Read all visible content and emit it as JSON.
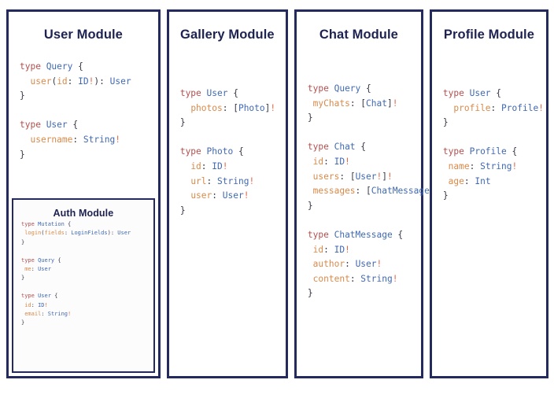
{
  "page": {
    "background": "#ffffff",
    "border_color": "#252a5e",
    "title_color": "#1d2251"
  },
  "syntax_colors": {
    "keyword": "#b3504f",
    "type_name": "#4169b2",
    "field_name": "#d98a4a",
    "punctuation": "#3a3a48",
    "non_null_bang": "#e06a4e"
  },
  "columns": [
    {
      "id": "user",
      "title": "User Module",
      "blocks": [
        {
          "lines": [
            [
              {
                "t": "type ",
                "c": "kw"
              },
              {
                "t": "Query",
                "c": "type"
              },
              {
                "t": " {",
                "c": "punct"
              }
            ],
            [
              {
                "t": "  ",
                "c": "punct"
              },
              {
                "t": "user",
                "c": "field"
              },
              {
                "t": "(",
                "c": "punct"
              },
              {
                "t": "id",
                "c": "field"
              },
              {
                "t": ": ",
                "c": "punct"
              },
              {
                "t": "ID",
                "c": "type"
              },
              {
                "t": "!",
                "c": "bang"
              },
              {
                "t": "): ",
                "c": "punct"
              },
              {
                "t": "User",
                "c": "type"
              }
            ],
            [
              {
                "t": "}",
                "c": "punct"
              }
            ]
          ]
        },
        {
          "lines": [
            [
              {
                "t": "type ",
                "c": "kw"
              },
              {
                "t": "User",
                "c": "type"
              },
              {
                "t": " {",
                "c": "punct"
              }
            ],
            [
              {
                "t": "  ",
                "c": "punct"
              },
              {
                "t": "username",
                "c": "field"
              },
              {
                "t": ": ",
                "c": "punct"
              },
              {
                "t": "String",
                "c": "type"
              },
              {
                "t": "!",
                "c": "bang"
              }
            ],
            [
              {
                "t": "}",
                "c": "punct"
              }
            ]
          ]
        }
      ],
      "nested": {
        "id": "auth",
        "title": "Auth Module",
        "blocks": [
          {
            "lines": [
              [
                {
                  "t": "type ",
                  "c": "kw"
                },
                {
                  "t": "Mutation",
                  "c": "type"
                },
                {
                  "t": " {",
                  "c": "punct"
                }
              ],
              [
                {
                  "t": " ",
                  "c": "punct"
                },
                {
                  "t": "login",
                  "c": "field"
                },
                {
                  "t": "(",
                  "c": "punct"
                },
                {
                  "t": "fields",
                  "c": "field"
                },
                {
                  "t": ": ",
                  "c": "punct"
                },
                {
                  "t": "LoginFields",
                  "c": "type"
                },
                {
                  "t": "): ",
                  "c": "punct"
                },
                {
                  "t": "User",
                  "c": "type"
                }
              ],
              [
                {
                  "t": "}",
                  "c": "punct"
                }
              ]
            ]
          },
          {
            "lines": [
              [
                {
                  "t": "type ",
                  "c": "kw"
                },
                {
                  "t": "Query",
                  "c": "type"
                },
                {
                  "t": " {",
                  "c": "punct"
                }
              ],
              [
                {
                  "t": " ",
                  "c": "punct"
                },
                {
                  "t": "me",
                  "c": "field"
                },
                {
                  "t": ": ",
                  "c": "punct"
                },
                {
                  "t": "User",
                  "c": "type"
                }
              ],
              [
                {
                  "t": "}",
                  "c": "punct"
                }
              ]
            ]
          },
          {
            "lines": [
              [
                {
                  "t": "type ",
                  "c": "kw"
                },
                {
                  "t": "User",
                  "c": "type"
                },
                {
                  "t": " {",
                  "c": "punct"
                }
              ],
              [
                {
                  "t": " ",
                  "c": "punct"
                },
                {
                  "t": "id",
                  "c": "field"
                },
                {
                  "t": ": ",
                  "c": "punct"
                },
                {
                  "t": "ID",
                  "c": "type"
                },
                {
                  "t": "!",
                  "c": "bang"
                }
              ],
              [
                {
                  "t": " ",
                  "c": "punct"
                },
                {
                  "t": "email",
                  "c": "field"
                },
                {
                  "t": ": ",
                  "c": "punct"
                },
                {
                  "t": "String",
                  "c": "type"
                },
                {
                  "t": "!",
                  "c": "bang"
                }
              ],
              [
                {
                  "t": "}",
                  "c": "punct"
                }
              ]
            ]
          }
        ]
      }
    },
    {
      "id": "gallery",
      "title": "Gallery Module",
      "blocks": [
        {
          "lines": [
            [
              {
                "t": "type ",
                "c": "kw"
              },
              {
                "t": "User",
                "c": "type"
              },
              {
                "t": " {",
                "c": "punct"
              }
            ],
            [
              {
                "t": "  ",
                "c": "punct"
              },
              {
                "t": "photos",
                "c": "field"
              },
              {
                "t": ": [",
                "c": "punct"
              },
              {
                "t": "Photo",
                "c": "type"
              },
              {
                "t": "]",
                "c": "punct"
              },
              {
                "t": "!",
                "c": "bang"
              }
            ],
            [
              {
                "t": "}",
                "c": "punct"
              }
            ]
          ]
        },
        {
          "lines": [
            [
              {
                "t": "type ",
                "c": "kw"
              },
              {
                "t": "Photo",
                "c": "type"
              },
              {
                "t": " {",
                "c": "punct"
              }
            ],
            [
              {
                "t": "  ",
                "c": "punct"
              },
              {
                "t": "id",
                "c": "field"
              },
              {
                "t": ": ",
                "c": "punct"
              },
              {
                "t": "ID",
                "c": "type"
              },
              {
                "t": "!",
                "c": "bang"
              }
            ],
            [
              {
                "t": "  ",
                "c": "punct"
              },
              {
                "t": "url",
                "c": "field"
              },
              {
                "t": ": ",
                "c": "punct"
              },
              {
                "t": "String",
                "c": "type"
              },
              {
                "t": "!",
                "c": "bang"
              }
            ],
            [
              {
                "t": "  ",
                "c": "punct"
              },
              {
                "t": "user",
                "c": "field"
              },
              {
                "t": ": ",
                "c": "punct"
              },
              {
                "t": "User",
                "c": "type"
              },
              {
                "t": "!",
                "c": "bang"
              }
            ],
            [
              {
                "t": "}",
                "c": "punct"
              }
            ]
          ]
        }
      ],
      "nested": null
    },
    {
      "id": "chat",
      "title": "Chat Module",
      "blocks": [
        {
          "lines": [
            [
              {
                "t": "type ",
                "c": "kw"
              },
              {
                "t": "Query",
                "c": "type"
              },
              {
                "t": " {",
                "c": "punct"
              }
            ],
            [
              {
                "t": " ",
                "c": "punct"
              },
              {
                "t": "myChats",
                "c": "field"
              },
              {
                "t": ": [",
                "c": "punct"
              },
              {
                "t": "Chat",
                "c": "type"
              },
              {
                "t": "]",
                "c": "punct"
              },
              {
                "t": "!",
                "c": "bang"
              }
            ],
            [
              {
                "t": "}",
                "c": "punct"
              }
            ]
          ]
        },
        {
          "lines": [
            [
              {
                "t": "type ",
                "c": "kw"
              },
              {
                "t": "Chat",
                "c": "type"
              },
              {
                "t": " {",
                "c": "punct"
              }
            ],
            [
              {
                "t": " ",
                "c": "punct"
              },
              {
                "t": "id",
                "c": "field"
              },
              {
                "t": ": ",
                "c": "punct"
              },
              {
                "t": "ID",
                "c": "type"
              },
              {
                "t": "!",
                "c": "bang"
              }
            ],
            [
              {
                "t": " ",
                "c": "punct"
              },
              {
                "t": "users",
                "c": "field"
              },
              {
                "t": ": [",
                "c": "punct"
              },
              {
                "t": "User",
                "c": "type"
              },
              {
                "t": "!",
                "c": "bang"
              },
              {
                "t": "]",
                "c": "punct"
              },
              {
                "t": "!",
                "c": "bang"
              }
            ],
            [
              {
                "t": " ",
                "c": "punct"
              },
              {
                "t": "messages",
                "c": "field"
              },
              {
                "t": ": [",
                "c": "punct"
              },
              {
                "t": "ChatMessage",
                "c": "type"
              },
              {
                "t": "]",
                "c": "punct"
              },
              {
                "t": "!",
                "c": "bang"
              }
            ],
            [
              {
                "t": "}",
                "c": "punct"
              }
            ]
          ]
        },
        {
          "lines": [
            [
              {
                "t": "type ",
                "c": "kw"
              },
              {
                "t": "ChatMessage",
                "c": "type"
              },
              {
                "t": " {",
                "c": "punct"
              }
            ],
            [
              {
                "t": " ",
                "c": "punct"
              },
              {
                "t": "id",
                "c": "field"
              },
              {
                "t": ": ",
                "c": "punct"
              },
              {
                "t": "ID",
                "c": "type"
              },
              {
                "t": "!",
                "c": "bang"
              }
            ],
            [
              {
                "t": " ",
                "c": "punct"
              },
              {
                "t": "author",
                "c": "field"
              },
              {
                "t": ": ",
                "c": "punct"
              },
              {
                "t": "User",
                "c": "type"
              },
              {
                "t": "!",
                "c": "bang"
              }
            ],
            [
              {
                "t": " ",
                "c": "punct"
              },
              {
                "t": "content",
                "c": "field"
              },
              {
                "t": ": ",
                "c": "punct"
              },
              {
                "t": "String",
                "c": "type"
              },
              {
                "t": "!",
                "c": "bang"
              }
            ],
            [
              {
                "t": "}",
                "c": "punct"
              }
            ]
          ]
        }
      ],
      "nested": null
    },
    {
      "id": "profile",
      "title": "Profile Module",
      "blocks": [
        {
          "lines": [
            [
              {
                "t": "type ",
                "c": "kw"
              },
              {
                "t": "User",
                "c": "type"
              },
              {
                "t": " {",
                "c": "punct"
              }
            ],
            [
              {
                "t": "  ",
                "c": "punct"
              },
              {
                "t": "profile",
                "c": "field"
              },
              {
                "t": ": ",
                "c": "punct"
              },
              {
                "t": "Profile",
                "c": "type"
              },
              {
                "t": "!",
                "c": "bang"
              }
            ],
            [
              {
                "t": "}",
                "c": "punct"
              }
            ]
          ]
        },
        {
          "lines": [
            [
              {
                "t": "type ",
                "c": "kw"
              },
              {
                "t": "Profile",
                "c": "type"
              },
              {
                "t": " {",
                "c": "punct"
              }
            ],
            [
              {
                "t": " ",
                "c": "punct"
              },
              {
                "t": "name",
                "c": "field"
              },
              {
                "t": ": ",
                "c": "punct"
              },
              {
                "t": "String",
                "c": "type"
              },
              {
                "t": "!",
                "c": "bang"
              }
            ],
            [
              {
                "t": " ",
                "c": "punct"
              },
              {
                "t": "age",
                "c": "field"
              },
              {
                "t": ": ",
                "c": "punct"
              },
              {
                "t": "Int",
                "c": "type"
              }
            ],
            [
              {
                "t": "}",
                "c": "punct"
              }
            ]
          ]
        }
      ],
      "nested": null
    }
  ]
}
